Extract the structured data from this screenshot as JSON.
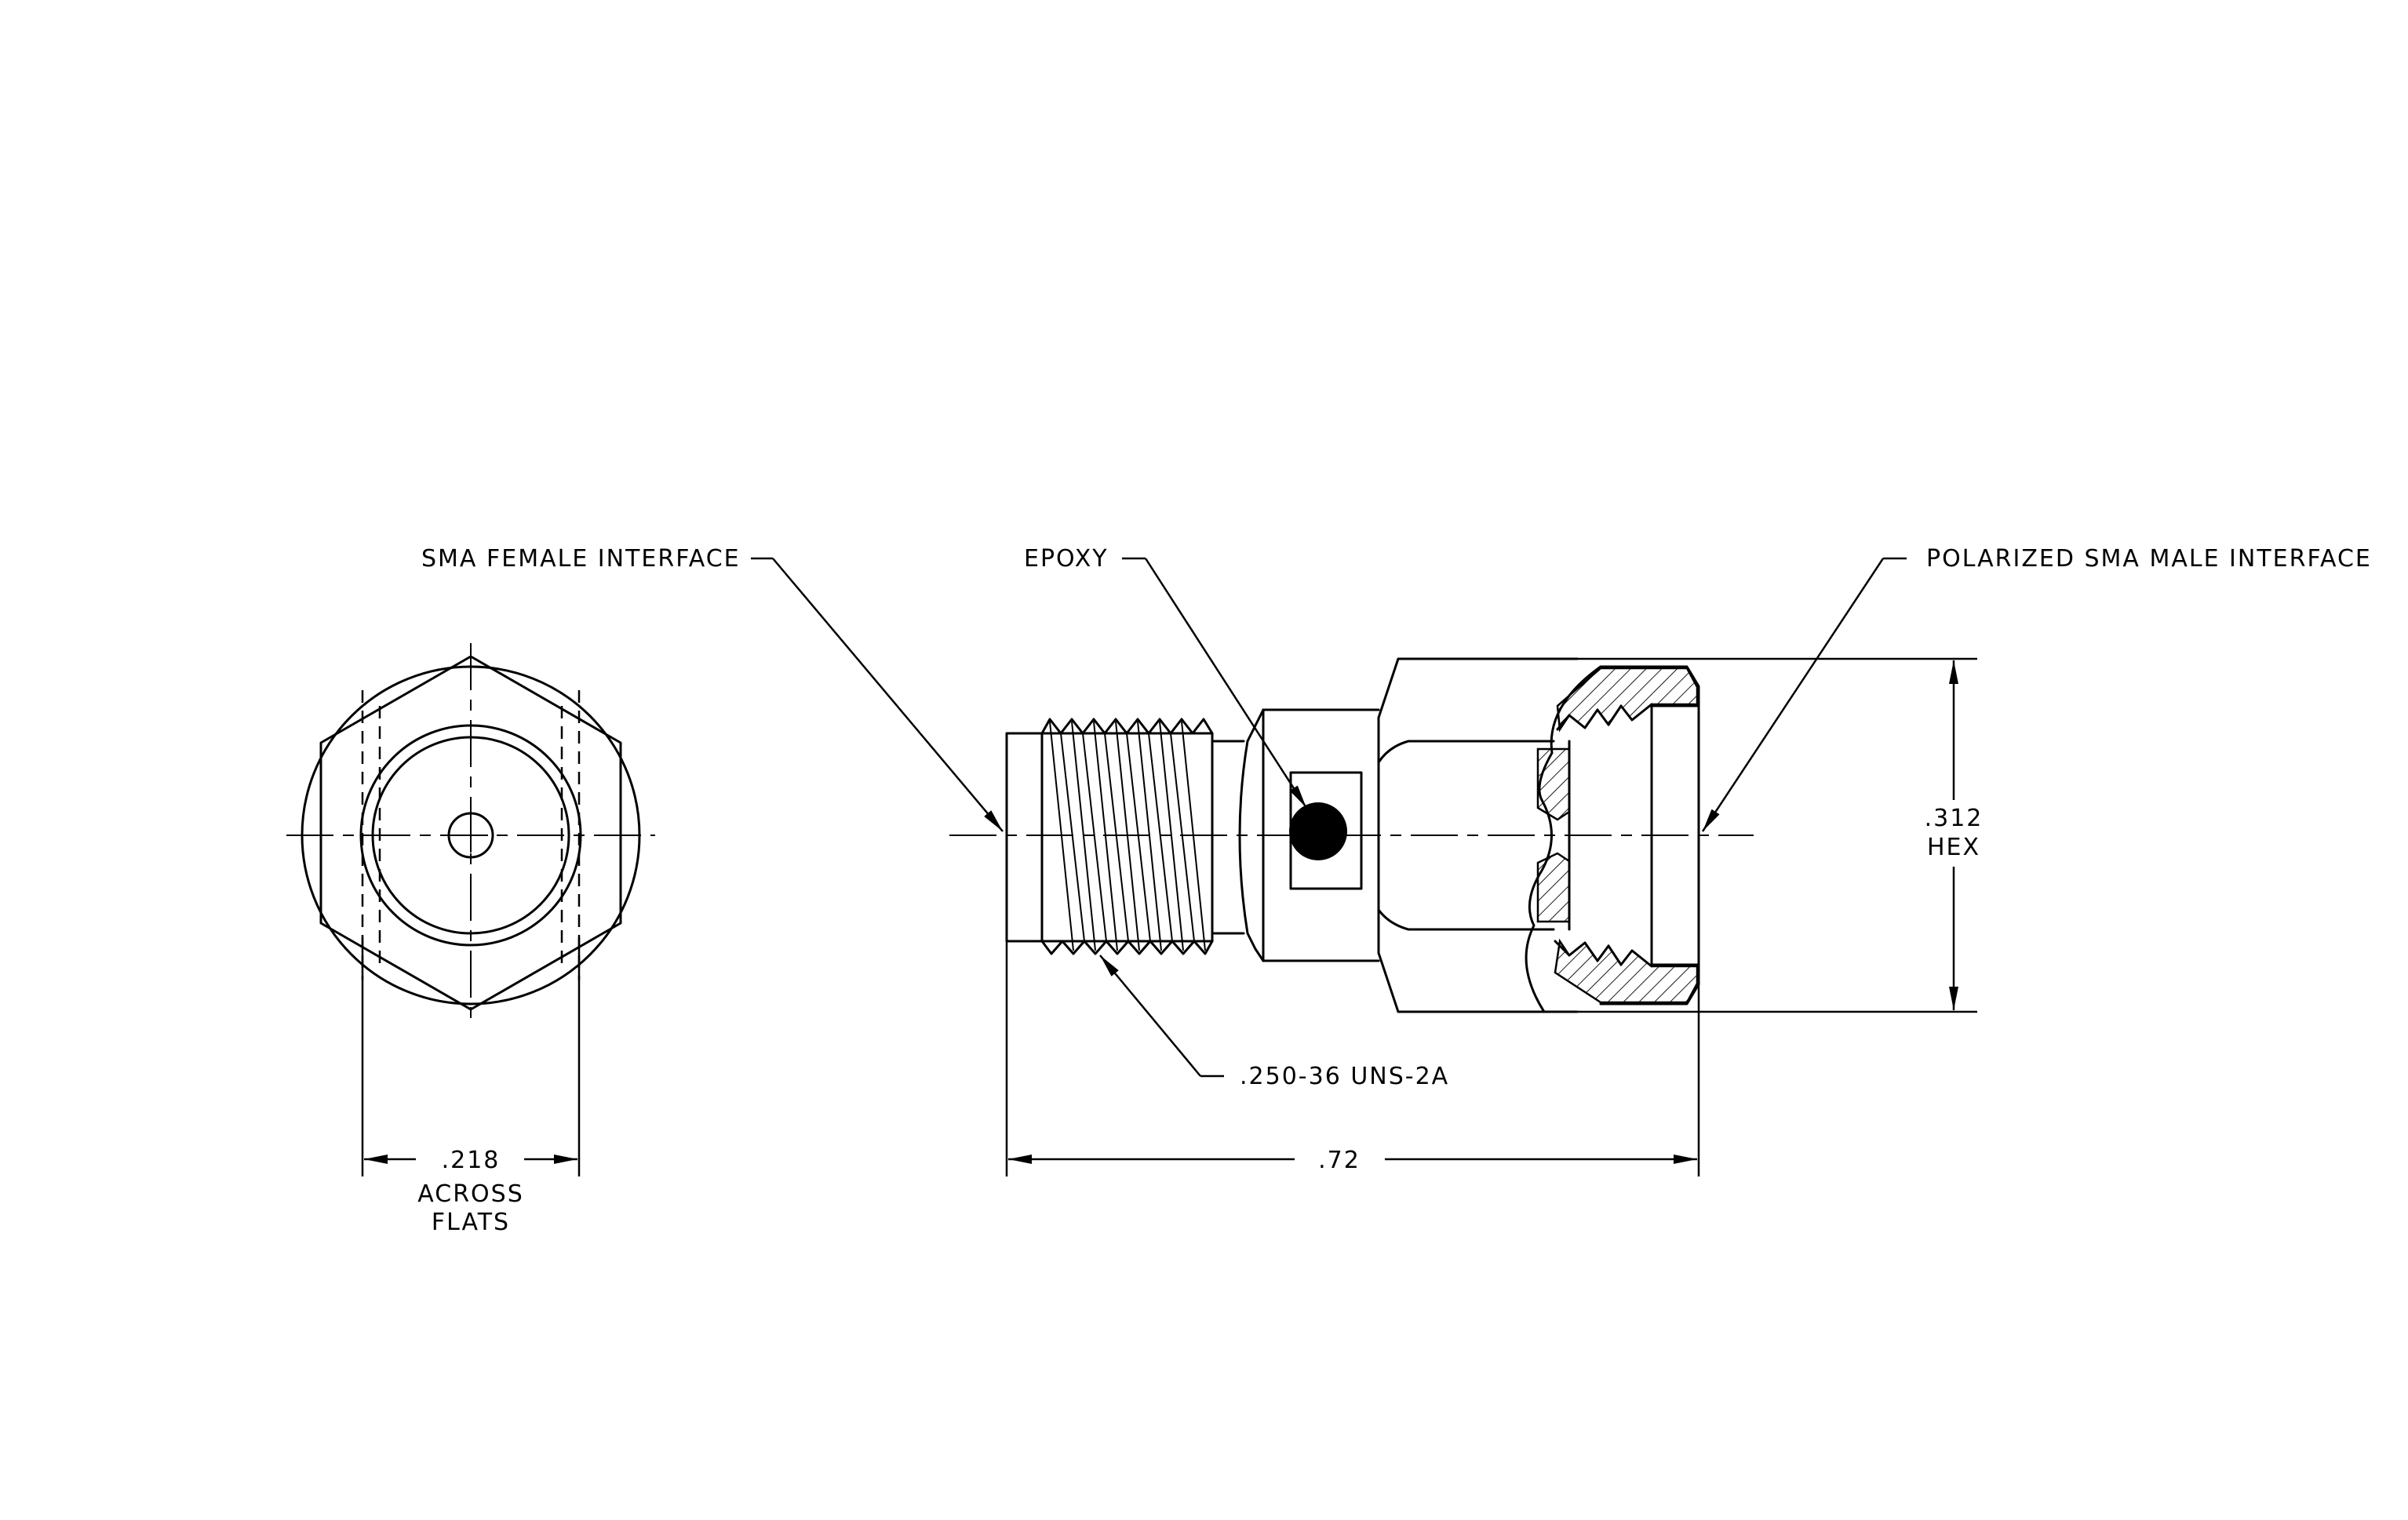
{
  "labels": {
    "sma_female_interface": "SMA FEMALE INTERFACE",
    "epoxy": "EPOXY",
    "polarized_sma_male_interface": "POLARIZED SMA MALE INTERFACE",
    "thread_spec": ".250-36 UNS-2A"
  },
  "dimensions": {
    "across_flats_value": ".218",
    "across_flats_line1": "ACROSS",
    "across_flats_line2": "FLATS",
    "overall_length": ".72",
    "hex_value": ".312",
    "hex_label": "HEX"
  },
  "colors": {
    "line": "#000000",
    "background": "#ffffff"
  }
}
